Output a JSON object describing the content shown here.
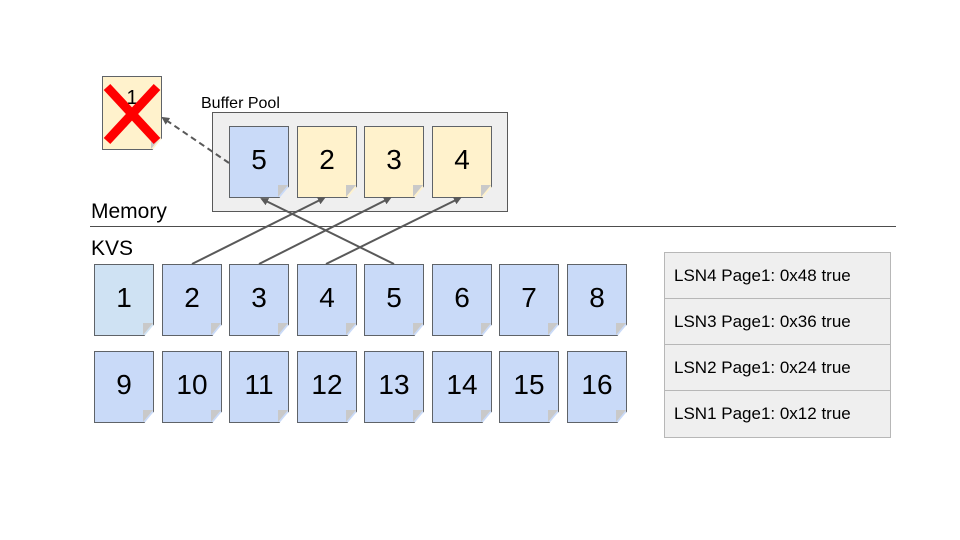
{
  "buffer_pool": {
    "label": "Buffer Pool",
    "pages": [
      {
        "label": "5",
        "color": "#c9daf8"
      },
      {
        "label": "2",
        "color": "#fff2cc"
      },
      {
        "label": "3",
        "color": "#fff2cc"
      },
      {
        "label": "4",
        "color": "#fff2cc"
      }
    ]
  },
  "evicted_page": {
    "label": "1",
    "color": "#fff2cc",
    "marker": "x-mark-icon",
    "marker_color": "#ff0000"
  },
  "memory_label": "Memory",
  "kvs": {
    "label": "KVS",
    "rows": [
      [
        "1",
        "2",
        "3",
        "4",
        "5",
        "6",
        "7",
        "8"
      ],
      [
        "9",
        "10",
        "11",
        "12",
        "13",
        "14",
        "15",
        "16"
      ]
    ],
    "first_page_color": "#cfe2f3",
    "page_color": "#c9daf8"
  },
  "log": {
    "entries": [
      "LSN4 Page1: 0x48 true",
      "LSN3 Page1: 0x36 true",
      "LSN2 Page1: 0x24 true",
      "LSN1 Page1: 0x12 true"
    ]
  }
}
